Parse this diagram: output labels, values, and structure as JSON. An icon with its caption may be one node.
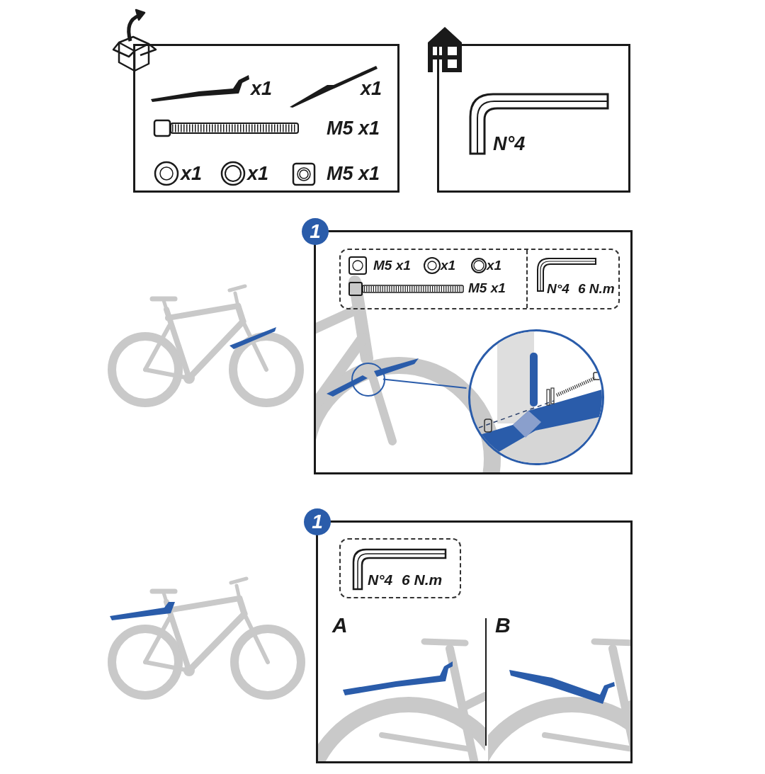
{
  "diagram": {
    "nodes": [
      {
        "text": [
          "x1",
          "x1",
          "M5 x1",
          "x1",
          "x1",
          "M5 x1"
        ]
      },
      {
        "text": [
          "N°4"
        ]
      },
      {
        "text": [
          "1"
        ]
      },
      {
        "text": [
          "M5 x1",
          "x1",
          "x1",
          "M5 x1",
          "N°4",
          "6 N.m"
        ],
        "in": 2
      },
      {
        "text": [],
        "shape": "circle",
        "in": 2
      },
      {
        "text": [],
        "shape": "circle",
        "in": 2
      },
      {
        "text": [
          "1"
        ]
      },
      {
        "text": [
          "N°4",
          "6 N.m"
        ],
        "in": 6
      }
    ],
    "edges": [
      {
        "from": 4,
        "to": 5,
        "arrow": "none"
      }
    ],
    "labels": [
      "A",
      "B"
    ]
  }
}
